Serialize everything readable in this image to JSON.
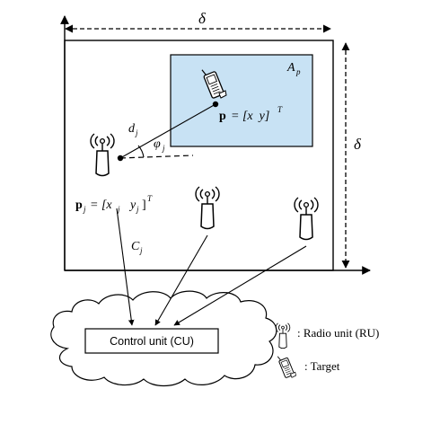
{
  "colors": {
    "target_area_fill": "#c8e2f4",
    "line": "#000000",
    "background": "#ffffff"
  },
  "labels": {
    "delta_top": "δ",
    "delta_right": "δ",
    "area": "A",
    "area_sub": "p",
    "target_pos_bold": "p",
    "target_pos_expr": "= [x  y]",
    "target_pos_sup": "T",
    "distance": "d",
    "distance_sub": "j",
    "angle": "φ",
    "angle_sub": "j",
    "ru_pos_bold": "p",
    "ru_pos_sub": "j",
    "ru_pos_eq": "= [x",
    "ru_pos_x_sub": "j",
    "ru_pos_y": "y",
    "ru_pos_y_sub": "j",
    "ru_pos_close": "]",
    "ru_pos_sup": "T",
    "capacity": "C",
    "capacity_sub": "j"
  },
  "control_unit": {
    "label": "Control unit (CU)"
  },
  "legend": {
    "radio_unit": ": Radio unit (RU)",
    "target": ": Target"
  },
  "icons": [
    "radio-unit-icon",
    "target-phone-icon",
    "cloud-icon"
  ]
}
